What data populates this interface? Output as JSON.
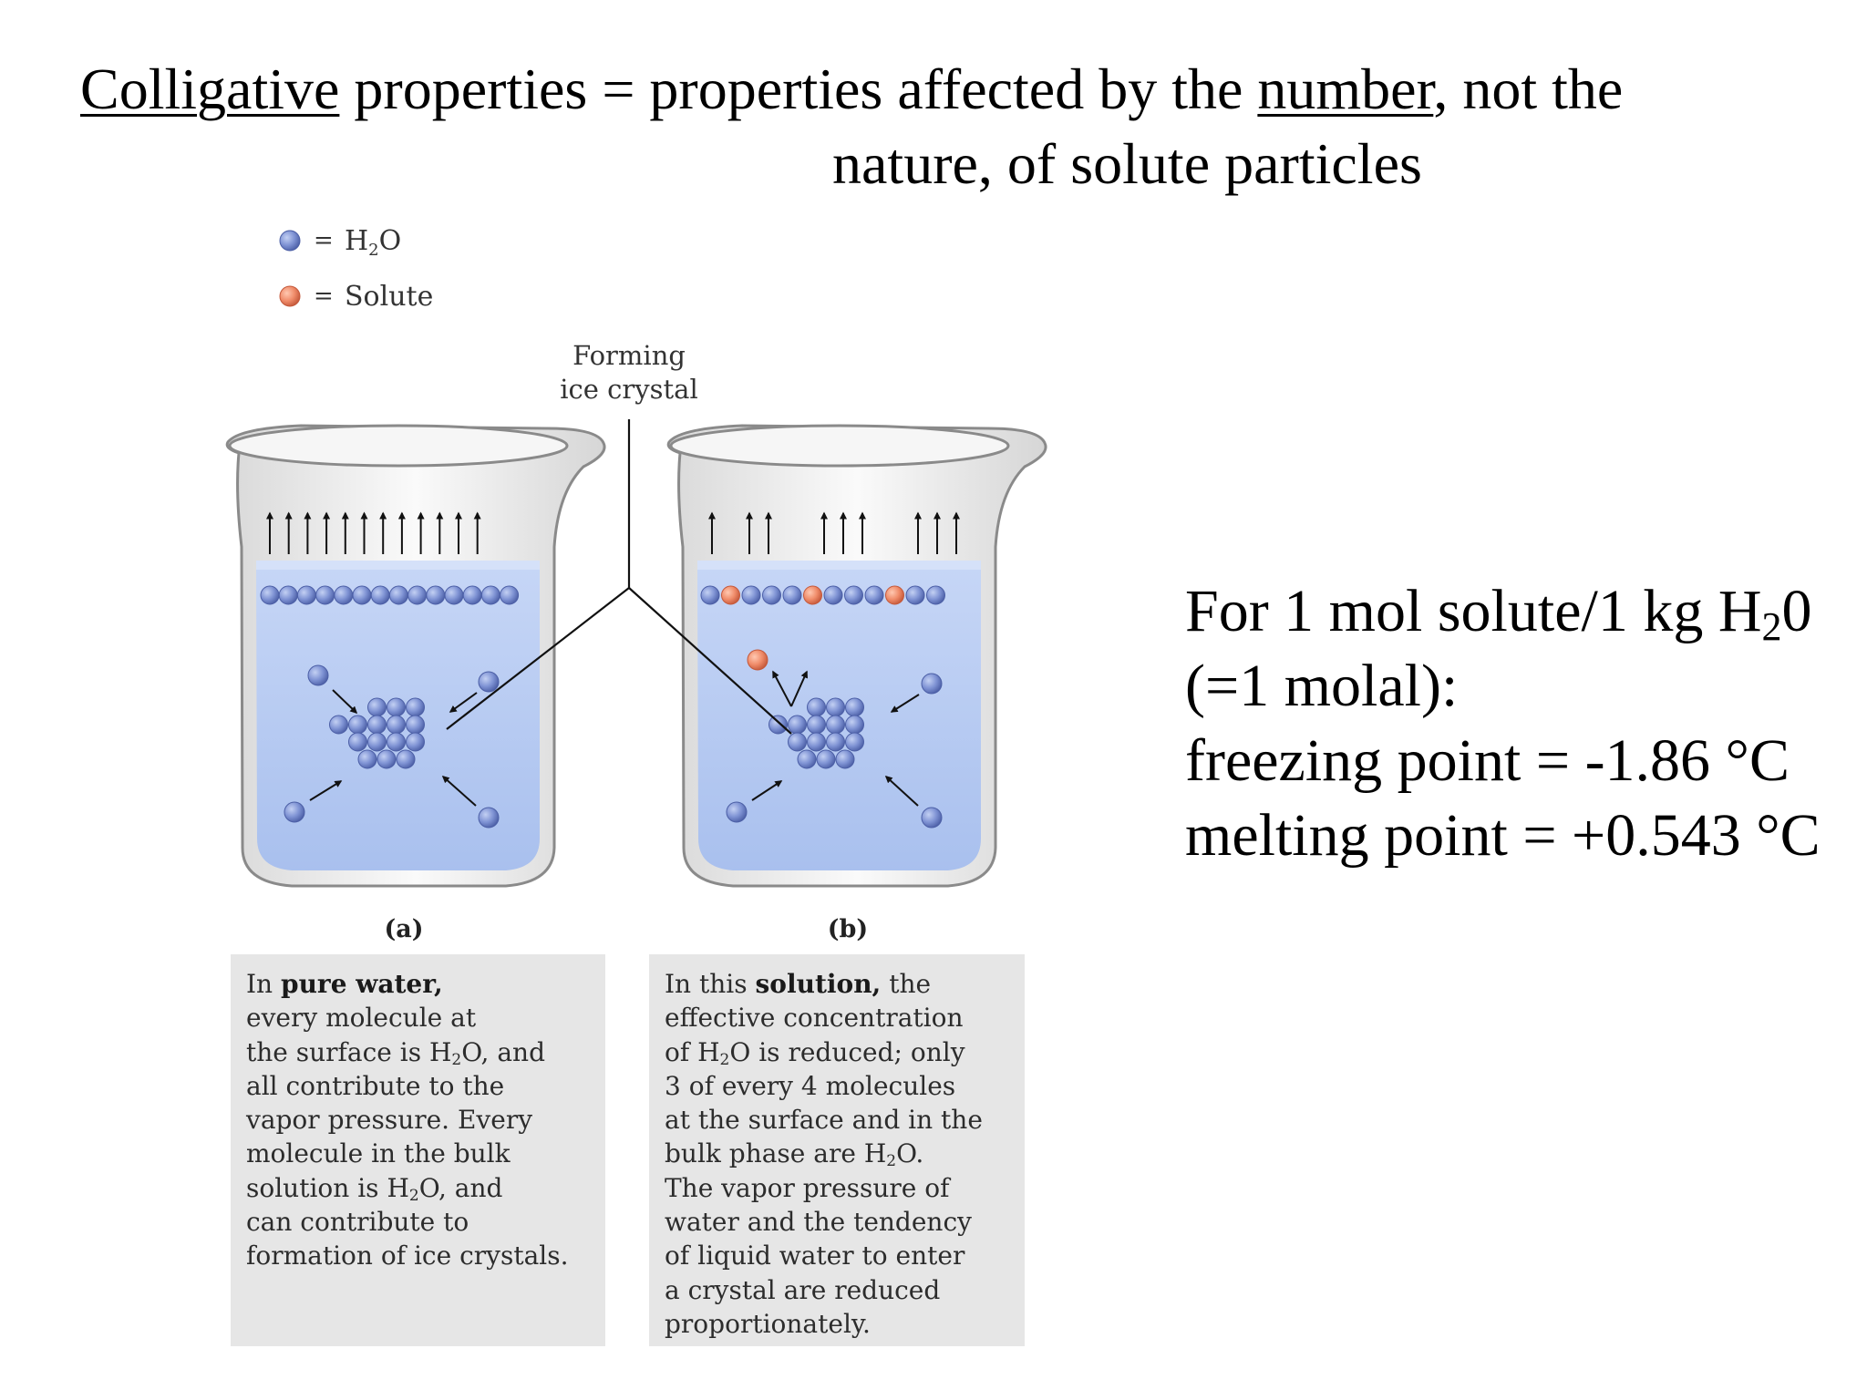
{
  "title": {
    "term": "Colligative",
    "part1": " properties = properties affected by the ",
    "number_word": "number",
    "part2": ", not the",
    "line2": "nature, of solute particles"
  },
  "legend": {
    "water_label_pre": "H",
    "water_label_sub": "2",
    "water_label_post": "O",
    "solute_label": "Solute",
    "equals": "="
  },
  "callout": {
    "line1": "Forming",
    "line2": "ice crystal"
  },
  "panels": {
    "a": {
      "label": "(a)",
      "caption": [
        {
          "parts": [
            {
              "t": "In "
            },
            {
              "b": "pure water,"
            }
          ]
        },
        {
          "parts": [
            {
              "t": "every molecule at"
            }
          ]
        },
        {
          "parts": [
            {
              "t": "the surface is H"
            },
            {
              "s": "2"
            },
            {
              "t": "O, and"
            }
          ]
        },
        {
          "parts": [
            {
              "t": "all contribute to the"
            }
          ]
        },
        {
          "parts": [
            {
              "t": "vapor pressure. Every"
            }
          ]
        },
        {
          "parts": [
            {
              "t": "molecule in the bulk"
            }
          ]
        },
        {
          "parts": [
            {
              "t": "solution is H"
            },
            {
              "s": "2"
            },
            {
              "t": "O, and"
            }
          ]
        },
        {
          "parts": [
            {
              "t": "can contribute to"
            }
          ]
        },
        {
          "parts": [
            {
              "t": "formation of ice crystals."
            }
          ]
        }
      ]
    },
    "b": {
      "label": "(b)",
      "caption": [
        {
          "parts": [
            {
              "t": "In this "
            },
            {
              "b": "solution,"
            },
            {
              "t": " the"
            }
          ]
        },
        {
          "parts": [
            {
              "t": "effective concentration"
            }
          ]
        },
        {
          "parts": [
            {
              "t": "of H"
            },
            {
              "s": "2"
            },
            {
              "t": "O is reduced; only"
            }
          ]
        },
        {
          "parts": [
            {
              "t": "3 of every 4 molecules"
            }
          ]
        },
        {
          "parts": [
            {
              "t": "at the surface and in the"
            }
          ]
        },
        {
          "parts": [
            {
              "t": "bulk phase are H"
            },
            {
              "s": "2"
            },
            {
              "t": "O."
            }
          ]
        },
        {
          "parts": [
            {
              "t": "The vapor pressure of"
            }
          ]
        },
        {
          "parts": [
            {
              "t": "water and the tendency"
            }
          ]
        },
        {
          "parts": [
            {
              "t": "of liquid water to enter"
            }
          ]
        },
        {
          "parts": [
            {
              "t": "a crystal are reduced"
            }
          ]
        },
        {
          "parts": [
            {
              "t": "proportionately."
            }
          ]
        }
      ]
    }
  },
  "info": {
    "line1_pre": "For 1 mol solute/1 kg H",
    "line1_sub": "2",
    "line1_post": "0",
    "line2": "(=1 molal):",
    "line3": "freezing point = -1.86 °C",
    "line4": "melting point = +0.543 °C"
  },
  "colors": {
    "water_molecule": "#7f93d4",
    "solute_molecule": "#f08c6a",
    "liquid": "#b9cdf1",
    "beaker_glass": "#efefef",
    "caption_bg": "#e6e6e6"
  }
}
